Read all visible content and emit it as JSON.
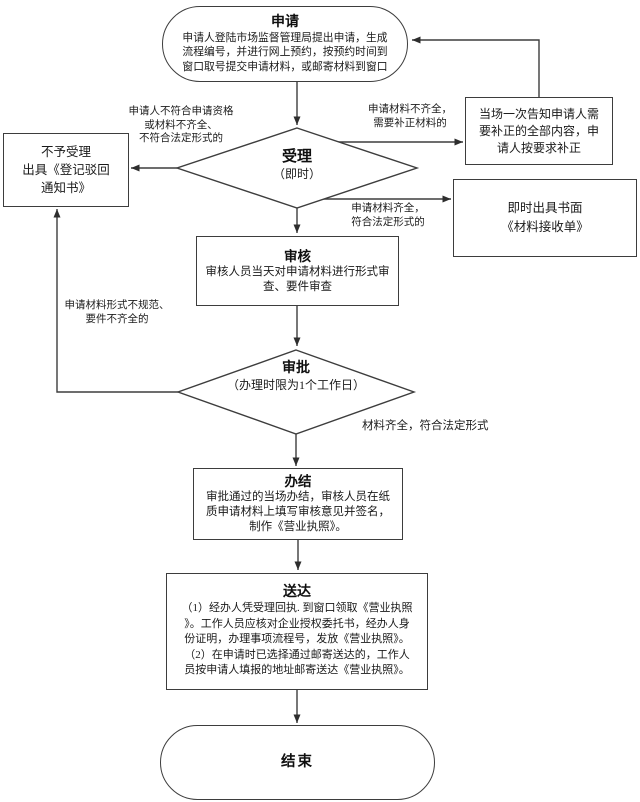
{
  "flowchart": {
    "nodes": {
      "apply": {
        "title": "申请",
        "lines": [
          "申请人登陆市场监督管理局提出申请，生成",
          "流程编号，并进行网上预约，按预约时间到",
          "窗口取号提交申请材料，或邮寄材料到窗口"
        ]
      },
      "accept": {
        "title": "受理",
        "subtitle": "（即时）"
      },
      "reject": {
        "lines": [
          "不予受理",
          "出具《登记驳回",
          "通知书》"
        ]
      },
      "correct": {
        "lines": [
          "当场一次告知申请人需",
          "要补正的全部内容，申",
          "请人按要求补正"
        ]
      },
      "receipt": {
        "lines": [
          "即时出具书面",
          "《材料接收单》"
        ]
      },
      "review": {
        "title": "审核",
        "lines": [
          "审核人员当天对申请材料进行形式审",
          "查、要件审查"
        ]
      },
      "approve": {
        "title": "审批",
        "subtitle": "（办理时限为1个工作日）"
      },
      "complete": {
        "title": "办结",
        "lines": [
          "审批通过的当场办结，审核人员在纸",
          "质申请材料上填写审核意见并签名，",
          "制作《营业执照》。"
        ]
      },
      "deliver": {
        "title": "送达",
        "lines": [
          "（1）经办人凭受理回执. 到窗口领取《营业执照",
          "》。工作人员应核对企业授权委托书，经办人身",
          "份证明，办理事项流程号，发放《营业执照》。",
          "（2）在申请时已选择通过邮寄送达的，工作人",
          "员按申请人填报的地址邮寄送达《营业执照》。"
        ]
      },
      "end": {
        "title": "结束"
      }
    },
    "edge_labels": {
      "not_qualified": {
        "lines": [
          "申请人不符合申请资格",
          "或材料不齐全、",
          "不符合法定形式的"
        ]
      },
      "incomplete": {
        "lines": [
          "申请材料不齐全，",
          "需要补正材料的"
        ]
      },
      "complete_legal": {
        "lines": [
          "申请材料齐全，",
          "符合法定形式的"
        ]
      },
      "form_invalid": {
        "lines": [
          "申请材料形式不规范、",
          "要件不齐全的"
        ]
      },
      "materials_ok": {
        "text": "材料齐全，符合法定形式"
      }
    },
    "colors": {
      "line": "#3d3d3d",
      "text": "#111111",
      "background": "#ffffff"
    }
  }
}
